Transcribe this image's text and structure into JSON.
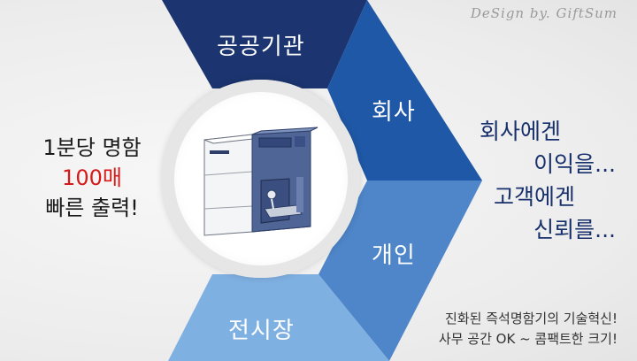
{
  "signature": "DeSign by. GiftSum",
  "segments": {
    "top": "공공기관",
    "upper_right": "회사",
    "lower_right": "개인",
    "bottom": "전시장"
  },
  "left": {
    "line1": "1분당 명함",
    "line2": "100매",
    "line3": "빠른 출력!"
  },
  "right": {
    "line1": "회사에겐",
    "line2": "이익을...",
    "line3": "고객에겐",
    "line4": "신뢰를..."
  },
  "bottom": {
    "line1": "진화된 즉석명함기의 기술혁신!",
    "line2": "사무 공간 OK ~ 콤팩트한 크기!"
  },
  "colors": {
    "navy": "#1c3570",
    "blue": "#1f58a6",
    "mid_blue": "#4e86c9",
    "light_blue": "#7fb0e2",
    "accent_red": "#d61a1a"
  }
}
